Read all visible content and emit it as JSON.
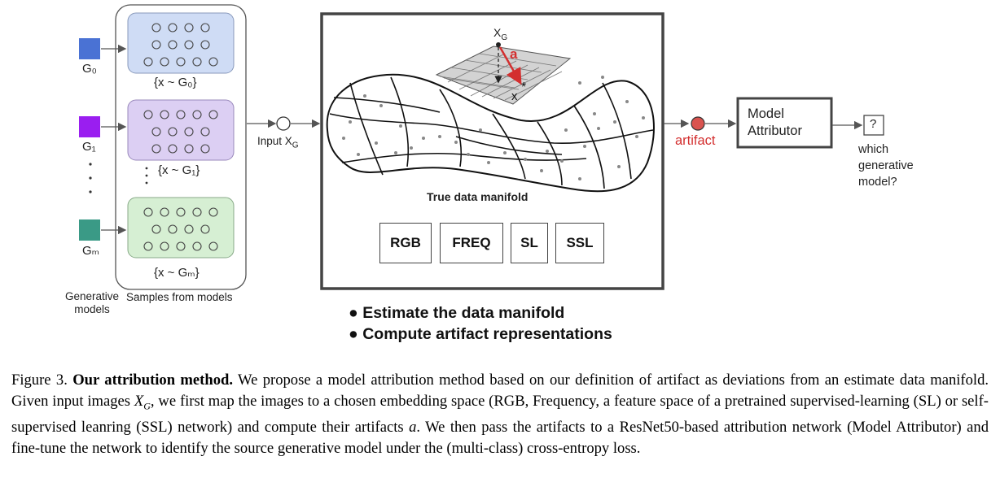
{
  "generative_models": {
    "g0": "G₀",
    "g1": "G₁",
    "gm": "Gₘ",
    "caption": "Generative\nmodels",
    "colors": {
      "g0": "#4a72d4",
      "g1": "#9a1ef0",
      "gm": "#3a9a86"
    }
  },
  "samples": {
    "set0": "{x ~ G₀}",
    "set1": "{x ~ G₁}",
    "setm": "{x ~ Gₘ}",
    "caption": "Samples from models",
    "colors": {
      "set0": "#cfdcf5",
      "set1": "#dccff3",
      "setm": "#d6efd3"
    }
  },
  "input_label": "Input X",
  "input_sub": "G",
  "manifold": {
    "point_label": "X",
    "point_sub": "G",
    "artifact_symbol": "a",
    "title": "True data manifold",
    "methods": [
      "RGB",
      "FREQ",
      "SL",
      "SSL"
    ]
  },
  "artifact_label": "artifact",
  "artifact_color": "#d9534f",
  "attributor": {
    "line1": "Model",
    "line2": "Attributor"
  },
  "output": {
    "symbol": "?",
    "line1": "which",
    "line2": "generative",
    "line3": "model?"
  },
  "bullets": [
    "Estimate the data manifold",
    "Compute artifact representations"
  ],
  "caption": {
    "figure": "Figure 3.",
    "title": "Our attribution method.",
    "part1": "We propose a model attribution method based on our definition of artifact as deviations from an estimate data manifold. Given input images",
    "xg": "X",
    "xg_sub": "G",
    "part2": ", we first map the images to a chosen embedding space (RGB, Frequency, a feature space of a pretrained supervised-learning (SL) or self-supervised leanring (SSL) network) and compute their artifacts",
    "a": "a",
    "part3": ". We then pass the artifacts to a ResNet50-based attribution network (Model Attributor) and fine-tune the network to identify the source generative model under the (multi-class) cross-entropy loss."
  }
}
